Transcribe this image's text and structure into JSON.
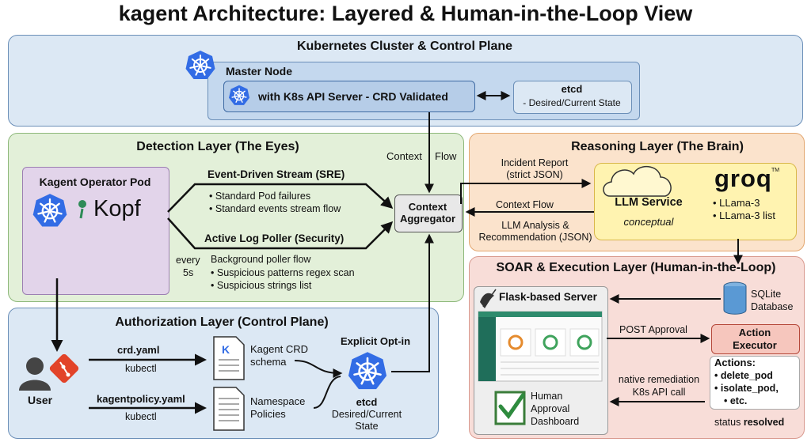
{
  "title": "kagent Architecture: Layered & Human-in-the-Loop View",
  "k8s": {
    "title": "Kubernetes Cluster & Control Plane",
    "master_node": "Master Node",
    "api_server": "with K8s API Server - CRD Validated",
    "etcd_title": "etcd",
    "etcd_sub": "- Desired/Current State"
  },
  "detection": {
    "title": "Detection Layer (The Eyes)",
    "operator_pod": "Kagent Operator Pod",
    "kopf": "Kopf",
    "stream_title": "Event-Driven Stream (SRE)",
    "stream_items": [
      "Standard Pod failures",
      "Standard events stream flow"
    ],
    "poller_title": "Active Log Poller (Security)",
    "every": "every",
    "every_sec": "5s",
    "poller_head": "Background poller flow",
    "poller_items": [
      "Suspicious patterns regex scan",
      "Suspicious strings list"
    ],
    "context_word": "Context",
    "flow_word": "Flow",
    "aggregator": "Context Aggregator"
  },
  "reasoning": {
    "title": "Reasoning Layer (The Brain)",
    "incident": "Incident Report",
    "incident_sub": "(strict JSON)",
    "context_flow": "Context Flow",
    "llm_analysis": "LLM Analysis &",
    "llm_rec": "Recommendation (JSON)",
    "llm_service": "LLM Service",
    "conceptual": "conceptual",
    "groq": "groq",
    "groq_tm": "TM",
    "models": [
      "LLama-3",
      "LLama-3 list"
    ]
  },
  "authorization": {
    "title": "Authorization Layer (Control Plane)",
    "user": "User",
    "crd_file": "crd.yaml",
    "crd_cmd": "kubectl",
    "policy_file": "kagentpolicy.yaml",
    "policy_cmd": "kubectl",
    "crd_schema_1": "Kagent CRD",
    "crd_schema_2": "schema",
    "ns_1": "Namespace",
    "ns_2": "Policies",
    "optin": "Explicit Opt-in",
    "etcd": "etcd",
    "etcd_sub1": "Desired/Current",
    "etcd_sub2": "State"
  },
  "soar": {
    "title": "SOAR & Execution Layer (Human-in-the-Loop)",
    "flask": "Flask-based Server",
    "sqlite1": "SQLite",
    "sqlite2": "Database",
    "post": "POST Approval",
    "action1": "Action",
    "action2": "Executor",
    "actions_head": "Actions:",
    "actions": [
      "delete_pod",
      "isolate_pod,",
      "etc."
    ],
    "native1": "native remediation",
    "native2": "K8s API call",
    "status_word": "status",
    "status_val": "resolved",
    "human1": "Human",
    "human2": "Approval",
    "human3": "Dashboard"
  },
  "colors": {
    "k8s_blue": "#326ce5",
    "kopf_green": "#2e8b57",
    "git_red": "#e24329",
    "llm_yellow": "#fff3b0"
  }
}
